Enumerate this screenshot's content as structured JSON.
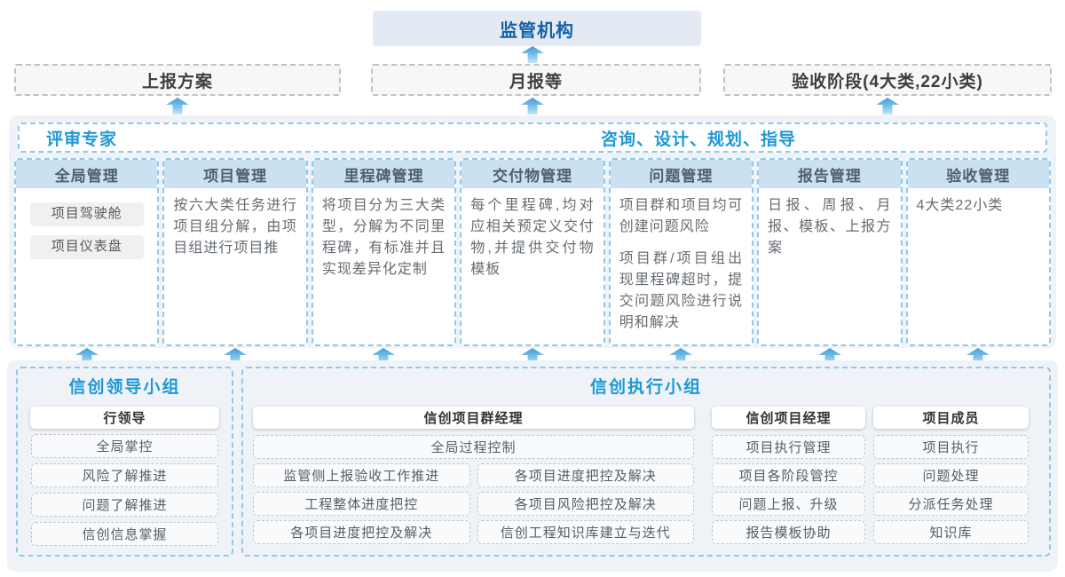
{
  "colors": {
    "accent_blue": "#1e98d5",
    "regulator_text_blue": "#1460a9",
    "regulator_bg": "#e3eaf3",
    "panel_bg": "#eff3f8",
    "column_header_bg": "#c9e1f1",
    "dashed_blue_border": "#8fc9ea",
    "dashed_gray_border": "#c5c5c5",
    "arrow_blue": "#3e9ed8"
  },
  "top": {
    "regulator": "监管机构",
    "boxes": [
      "上报方案",
      "月报等",
      "验收阶段(4大类,22小类)"
    ]
  },
  "middle": {
    "left_title": "评审专家",
    "right_title": "咨询、设计、规划、指导",
    "columns": [
      {
        "header": "全局管理",
        "chips": [
          "项目驾驶舱",
          "项目仪表盘"
        ]
      },
      {
        "header": "项目管理",
        "paragraphs": [
          "按六大类任务进行项目组分解，由项目组进行项目推"
        ]
      },
      {
        "header": "里程碑管理",
        "paragraphs": [
          "将项目分为三大类型，分解为不同里程碑，有标准并且实现差异化定制"
        ]
      },
      {
        "header": "交付物管理",
        "paragraphs": [
          "每个里程碑,均对应相关预定义交付物,并提供交付物模板"
        ]
      },
      {
        "header": "问题管理",
        "paragraphs": [
          "项目群和项目均可创建问题风险",
          "项目群/项目组出现里程碑超时，提交问题风险进行说明和解决"
        ]
      },
      {
        "header": "报告管理",
        "paragraphs": [
          "日报、周报、月报、模板、上报方案"
        ]
      },
      {
        "header": "验收管理",
        "paragraphs": [
          "4大类22小类"
        ]
      }
    ]
  },
  "bottom": {
    "leader_group": {
      "title": "信创领导小组",
      "role": "行领导",
      "items": [
        "全局掌控",
        "风险了解推进",
        "问题了解推进",
        "信创信息掌握"
      ]
    },
    "exec_group": {
      "title": "信创执行小组",
      "program_manager": {
        "role": "信创项目群经理",
        "full_item": "全局过程控制",
        "left_items": [
          "监管侧上报验收工作推进",
          "工程整体进度把控",
          "各项目进度把控及解决"
        ],
        "right_items": [
          "各项目进度把控及解决",
          "各项目风险把控及解决",
          "信创工程知识库建立与迭代"
        ]
      },
      "project_manager": {
        "role": "信创项目经理",
        "items": [
          "项目执行管理",
          "项目各阶段管控",
          "问题上报、升级",
          "报告模板协助"
        ]
      },
      "member": {
        "role": "项目成员",
        "items": [
          "项目执行",
          "问题处理",
          "分派任务处理",
          "知识库"
        ]
      }
    }
  }
}
